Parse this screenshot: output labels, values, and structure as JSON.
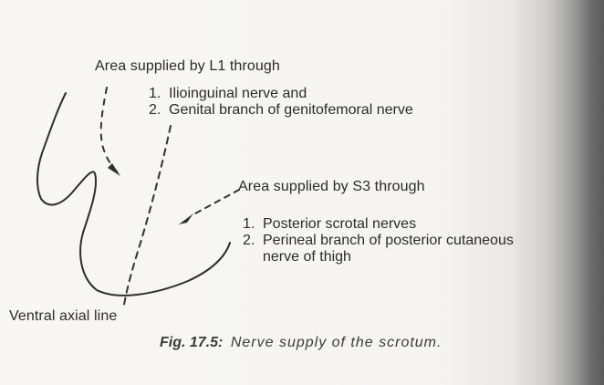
{
  "diagram": {
    "label_l1": "Area supplied by L1 through",
    "list_l1": [
      {
        "num": "1.",
        "text": "Ilioinguinal nerve and"
      },
      {
        "num": "2.",
        "text": "Genital branch of genitofemoral nerve"
      }
    ],
    "label_s3": "Area supplied by S3 through",
    "list_s3": [
      {
        "num": "1.",
        "text": "Posterior scrotal nerves"
      },
      {
        "num": "2.",
        "text": "Perineal branch of posterior cutaneous"
      },
      {
        "num": "",
        "text": "nerve of thigh"
      }
    ],
    "label_axial": "Ventral axial line"
  },
  "caption": {
    "figure_number": "Fig. 17.5:",
    "text": "Nerve supply of the scrotum."
  }
}
